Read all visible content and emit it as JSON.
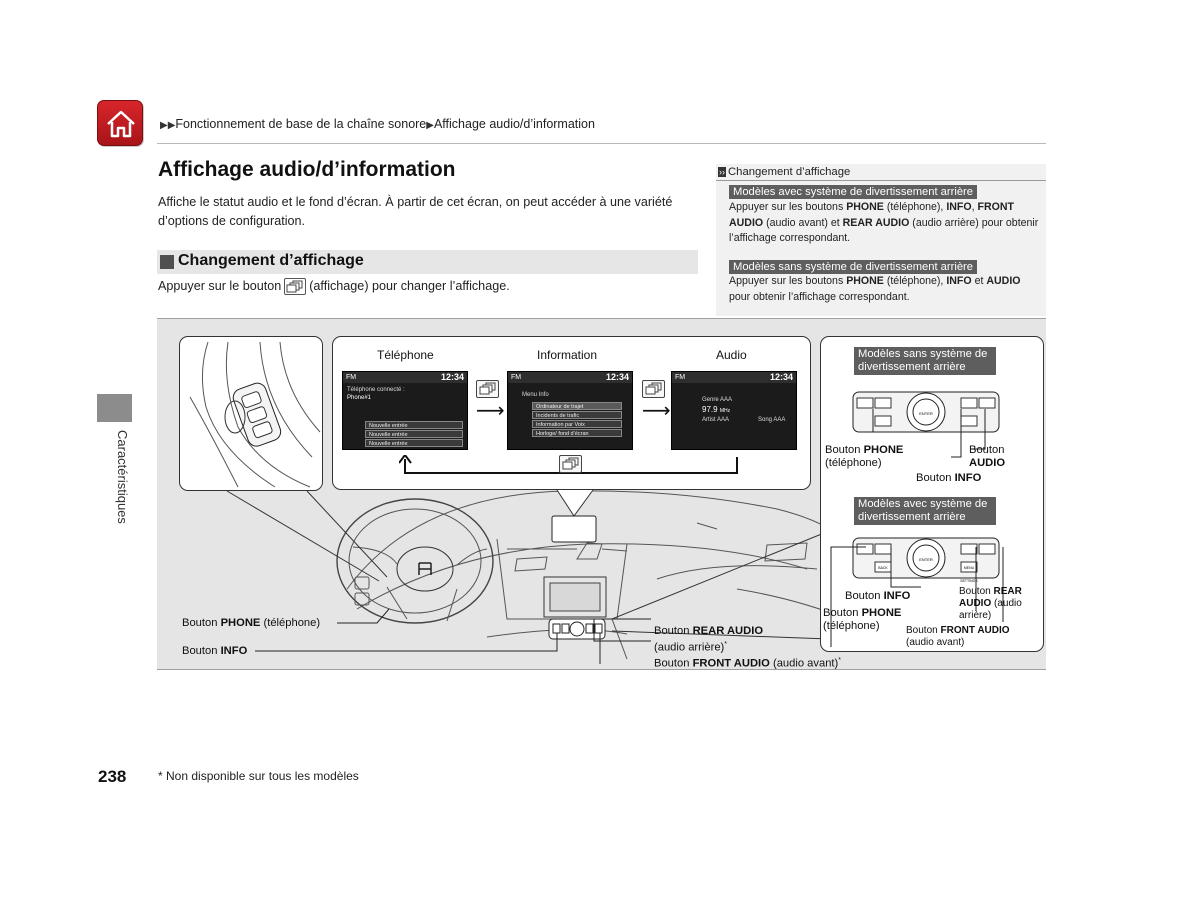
{
  "breadcrumb": {
    "item1": "Fonctionnement de base de la chaîne sonore",
    "item2": "Affichage audio/d’information"
  },
  "page_title": "Affichage audio/d’information",
  "intro": "Affiche le statut audio et le fond d’écran. À partir de cet écran, on peut accéder à une variété d’options de configuration.",
  "section": {
    "title": "Changement d’affichage",
    "text_before": "Appuyer sur le bouton",
    "text_after": "(affichage) pour changer l’affichage."
  },
  "sidebar": {
    "header": "Changement d’affichage",
    "tag_with": "Modèles avec système de divertissement arrière",
    "para_with": {
      "p1": "Appuyer sur les boutons ",
      "b1": "PHONE",
      "p2": " (téléphone), ",
      "b2": "INFO",
      "p3": ", ",
      "b3": "FRONT AUDIO",
      "p4": " (audio avant) et ",
      "b4": "REAR AUDIO",
      "p5": " (audio arrière) pour obtenir l’affichage correspondant."
    },
    "tag_without": "Modèles sans système de divertissement arrière",
    "para_without": {
      "p1": "Appuyer sur les boutons ",
      "b1": "PHONE",
      "p2": " (téléphone), ",
      "b2": "INFO",
      "p3": " et ",
      "b3": "AUDIO",
      "p4": " pour obtenir l’affichage correspondant."
    }
  },
  "screens": {
    "phone": {
      "label": "Téléphone",
      "band": "FM",
      "clock": "12:34",
      "line1": "Téléphone connecté :",
      "line2": "Phone#1",
      "items": [
        "Nouvelle entrée",
        "Nouvelle entrée",
        "Nouvelle entrée"
      ]
    },
    "info": {
      "label": "Information",
      "band": "FM",
      "clock": "12:34",
      "menu_title": "Menu Info",
      "items": [
        "Ordinateur de trajet",
        "Incidents de trafic",
        "Information par Voix",
        "Horloge/ fond d’écran"
      ]
    },
    "audio": {
      "label": "Audio",
      "band": "FM",
      "clock": "12:34",
      "genre": "Genre AAA",
      "freq": "97.9",
      "unit": "MHz",
      "artist": "Artist AAA",
      "song": "Song AAA"
    }
  },
  "right_panel": {
    "tag_without": "Modèles sans système de divertissement arrière",
    "tag_with": "Modèles avec système de divertissement arrière",
    "without": {
      "phone_prefix": "Bouton ",
      "phone_bold": "PHONE",
      "phone_sub": "(téléphone)",
      "audio_prefix": "Bouton",
      "audio_bold": "AUDIO",
      "info_prefix": "Bouton ",
      "info_bold": "INFO"
    },
    "with": {
      "info_prefix": "Bouton ",
      "info_bold": "INFO",
      "phone_prefix": "Bouton ",
      "phone_bold": "PHONE",
      "phone_sub": "(téléphone)",
      "rear_prefix": "Bouton ",
      "rear_bold": "REAR",
      "rear_bold2": "AUDIO",
      "rear_sub1": "(audio",
      "rear_sub2": "arrière)",
      "front_prefix": "Bouton ",
      "front_bold": "FRONT AUDIO",
      "front_sub": "(audio avant)"
    },
    "knob_label": "ENTER",
    "settings_label": "SETTINGS",
    "back_label": "BACK",
    "menu_label": "MENU"
  },
  "dash_labels": {
    "phone_prefix": "Bouton ",
    "phone_bold": "PHONE",
    "phone_sub": " (téléphone)",
    "info_prefix": "Bouton ",
    "info_bold": "INFO",
    "rear_prefix": "Bouton ",
    "rear_bold": "REAR AUDIO",
    "rear_sub": "(audio arrière)",
    "front_prefix": "Bouton ",
    "front_bold": "FRONT AUDIO",
    "front_sub": " (audio avant)",
    "asterisk": "*"
  },
  "left_tab": "Caractéristiques",
  "page_number": "238",
  "footnote": "* Non disponible sur tous les modèles",
  "colors": {
    "home_red": "#c41e24",
    "tag_gray": "#5e5e5e",
    "sidebar_bg": "#f1f1f1",
    "illustration_bg": "#e5e5e5"
  },
  "icons": [
    "home-icon",
    "display-button-icon",
    "arrow-right-icon",
    "arrow-return-icon"
  ]
}
